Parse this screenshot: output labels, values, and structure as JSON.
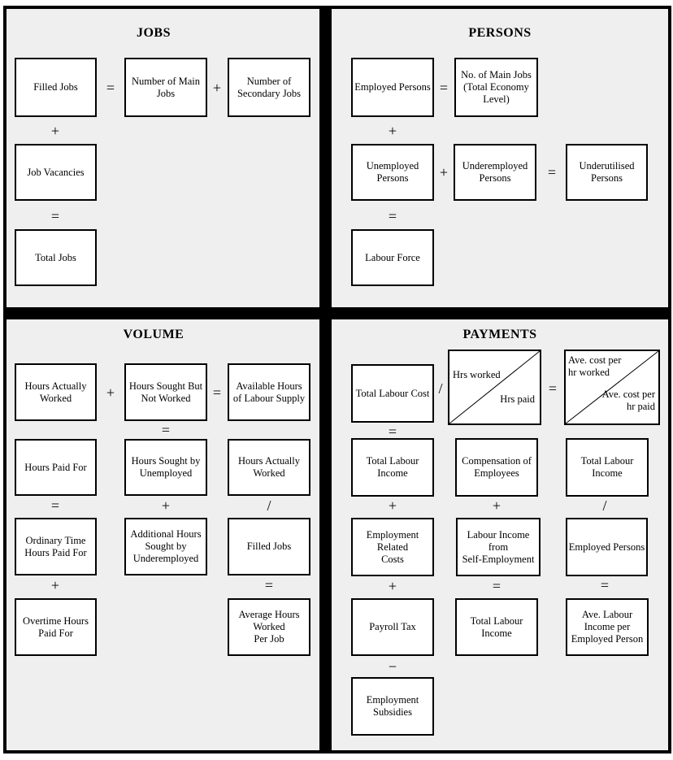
{
  "quadrants": {
    "jobs": {
      "title": "JOBS",
      "boxes": {
        "filled_jobs": "Filled Jobs",
        "number_of_main_jobs": "Number of Main\nJobs",
        "number_of_secondary_jobs": "Number of\nSecondary Jobs",
        "job_vacancies": "Job Vacancies",
        "total_jobs": "Total Jobs"
      },
      "ops": {
        "eq_row1": "=",
        "plus_row1": "+",
        "plus_col1": "+",
        "eq_col1": "="
      }
    },
    "persons": {
      "title": "PERSONS",
      "boxes": {
        "employed_persons": "Employed Persons",
        "main_jobs_total_economy": "No. of Main Jobs\n(Total Economy\nLevel)",
        "unemployed_persons": "Unemployed\nPersons",
        "underemployed_persons": "Underemployed\nPersons",
        "underutilised_persons": "Underutilised\nPersons",
        "labour_force": "Labour Force"
      },
      "ops": {
        "eq_row1": "=",
        "plus_col1": "+",
        "plus_row2": "+",
        "eq_row2": "=",
        "eq_col1": "="
      }
    },
    "volume": {
      "title": "VOLUME",
      "boxes": {
        "hours_actually_worked": "Hours Actually\nWorked",
        "hours_sought_not_worked": "Hours Sought But\nNot Worked",
        "available_hours_supply": "Available Hours\nof Labour Supply",
        "hours_paid_for": "Hours Paid For",
        "hours_sought_unemployed": "Hours Sought by\nUnemployed",
        "hours_actually_worked_2": "Hours Actually\nWorked",
        "ordinary_time_hours": "Ordinary Time\nHours Paid For",
        "additional_hours_underemployed": "Additional Hours\nSought by\nUnderemployed",
        "filled_jobs": "Filled Jobs",
        "overtime_hours": "Overtime Hours\nPaid For",
        "average_hours_per_job": "Average Hours\nWorked\nPer Job"
      },
      "ops": {
        "plus_row1": "+",
        "eq_row1": "=",
        "eq_col2_a": "=",
        "eq_col1_a": "=",
        "plus_col2": "+",
        "div_col3": "/",
        "plus_col1": "+",
        "eq_col3": "="
      }
    },
    "payments": {
      "title": "PAYMENTS",
      "boxes": {
        "total_labour_cost": "Total Labour Cost",
        "hrs_worked": "Hrs worked",
        "hrs_paid": "Hrs paid",
        "ave_cost_hr_worked": "Ave. cost per\nhr worked",
        "ave_cost_hr_paid": "Ave. cost per\nhr paid",
        "total_labour_income_1": "Total Labour\nIncome",
        "compensation_of_employees": "Compensation of\nEmployees",
        "total_labour_income_2": "Total Labour\nIncome",
        "employment_related_costs": "Employment\nRelated\nCosts",
        "labour_income_self_employment": "Labour Income\nfrom\nSelf-Employment",
        "employed_persons": "Employed Persons",
        "payroll_tax": "Payroll Tax",
        "total_labour_income_3": "Total Labour\nIncome",
        "ave_labour_income_per_person": "Ave. Labour\nIncome per\nEmployed Person",
        "employment_subsidies": "Employment\nSubsidies"
      },
      "ops": {
        "div_row1": "/",
        "eq_row1": "=",
        "eq_col1_a": "=",
        "plus_col1_a": "+",
        "plus_col2": "+",
        "div_col3": "/",
        "plus_col1_b": "+",
        "eq_col2": "=",
        "eq_col3": "=",
        "minus_col1": "−"
      }
    }
  }
}
